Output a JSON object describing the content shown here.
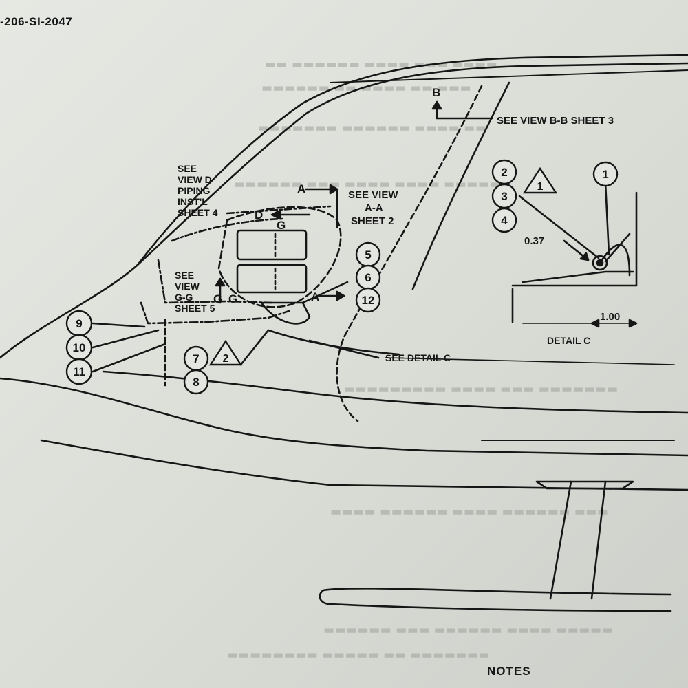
{
  "document": {
    "id": "-206-SI-2047",
    "notes_heading": "NOTES"
  },
  "figure": {
    "callouts": {
      "see_view_d": [
        "SEE",
        "VIEW D",
        "PIPING",
        "INST'L",
        "SHEET 4"
      ],
      "see_view_aa": [
        "SEE VIEW",
        "A-A",
        "SHEET 2"
      ],
      "see_view_bb": "SEE VIEW B-B  SHEET 3",
      "see_view_gg": [
        "SEE",
        "VIEW",
        "G-G",
        "SHEET 5"
      ],
      "see_detail_c": "SEE DETAIL C",
      "detail_c": "DETAIL C"
    },
    "letters": {
      "a_top": "A",
      "a_lower": "A",
      "b": "B",
      "d": "D",
      "g_upper": "G",
      "g_lower": "G",
      "g_lower2": "G"
    },
    "dimensions": {
      "dim_037": "0.37",
      "dim_100": "1.00"
    },
    "item_numbers": {
      "n1": "1",
      "n2": "2",
      "n3": "3",
      "n4": "4",
      "n5": "5",
      "n6": "6",
      "n7": "7",
      "n8": "8",
      "n9": "9",
      "n10": "10",
      "n11": "11",
      "n12": "12"
    },
    "note_flags": {
      "flag1": "1",
      "flag2": "2"
    }
  }
}
